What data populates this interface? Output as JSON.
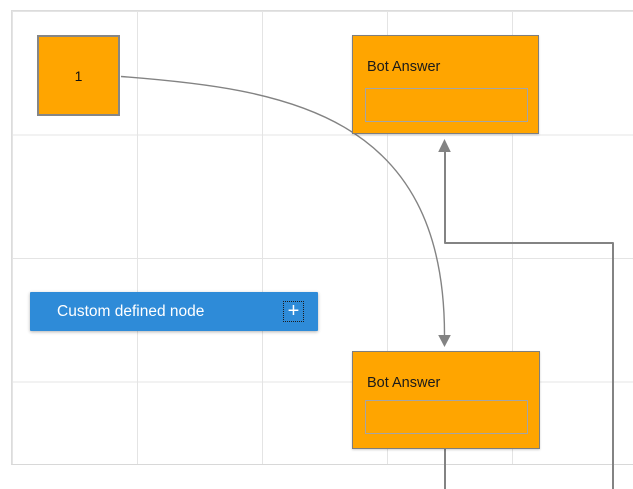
{
  "canvas": {
    "grid_color": "#e4e4e4",
    "background_color": "#ffffff"
  },
  "connectors": {
    "color": "#838383",
    "arrow_color": "#838383"
  },
  "nodes": {
    "source_square": {
      "label": "1",
      "fill": "#ffa500",
      "border_color": "#868686"
    },
    "bot_answer_top": {
      "title": "Bot Answer",
      "fill": "#ffa500",
      "border_color": "#7e7e7e"
    },
    "bot_answer_bottom": {
      "title": "Bot Answer",
      "fill": "#ffa500",
      "border_color": "#7e7e7e"
    },
    "custom_node": {
      "label": "Custom defined node",
      "fill": "#2e8bd8",
      "text_color": "#ffffff",
      "add_icon": "+"
    }
  }
}
